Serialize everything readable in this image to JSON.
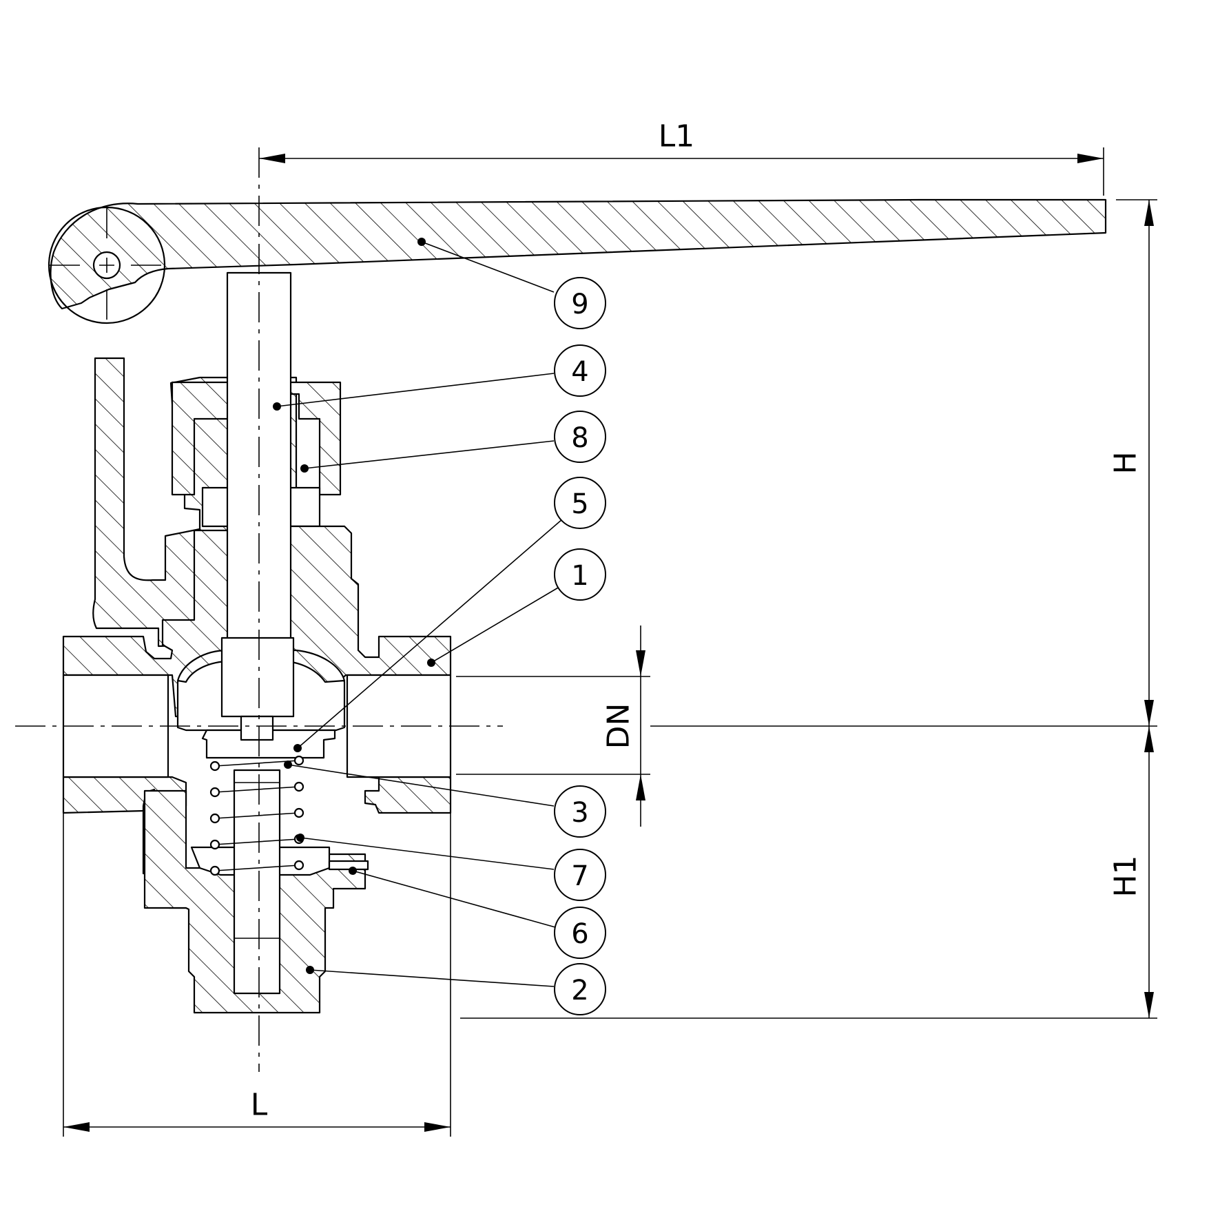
{
  "dimensions": {
    "L1": "L1",
    "L": "L",
    "H": "H",
    "H1": "H1",
    "DN": "DN"
  },
  "balloons": [
    "9",
    "4",
    "8",
    "5",
    "1",
    "3",
    "7",
    "6",
    "2"
  ]
}
